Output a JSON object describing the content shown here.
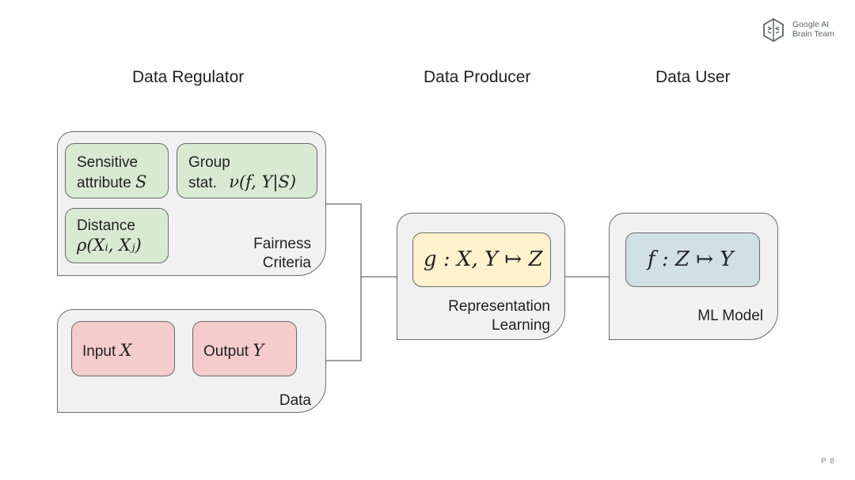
{
  "logo": {
    "line1": "Google AI",
    "line2": "Brain Team"
  },
  "columns": {
    "regulator": "Data Regulator",
    "producer": "Data Producer",
    "user": "Data User"
  },
  "fairness_panel": {
    "label_line1": "Fairness",
    "label_line2": "Criteria",
    "sensitive": {
      "line1": "Sensitive",
      "line2_text": "attribute",
      "line2_math": "S"
    },
    "group": {
      "line1": "Group",
      "line2_text": "stat.",
      "line2_math": "ν(f, Y|S)"
    },
    "distance": {
      "line1": "Distance",
      "line2_math": "ρ(Xᵢ, Xⱼ)"
    }
  },
  "data_panel": {
    "label": "Data",
    "input": {
      "text": "Input",
      "math": "X"
    },
    "output": {
      "text": "Output",
      "math": "Y"
    }
  },
  "representation_panel": {
    "formula": "g : X, Y ↦ Z",
    "label_line1": "Representation",
    "label_line2": "Learning"
  },
  "model_panel": {
    "formula": "f : Z ↦ Y",
    "label": "ML Model"
  },
  "page_number": "P 8"
}
